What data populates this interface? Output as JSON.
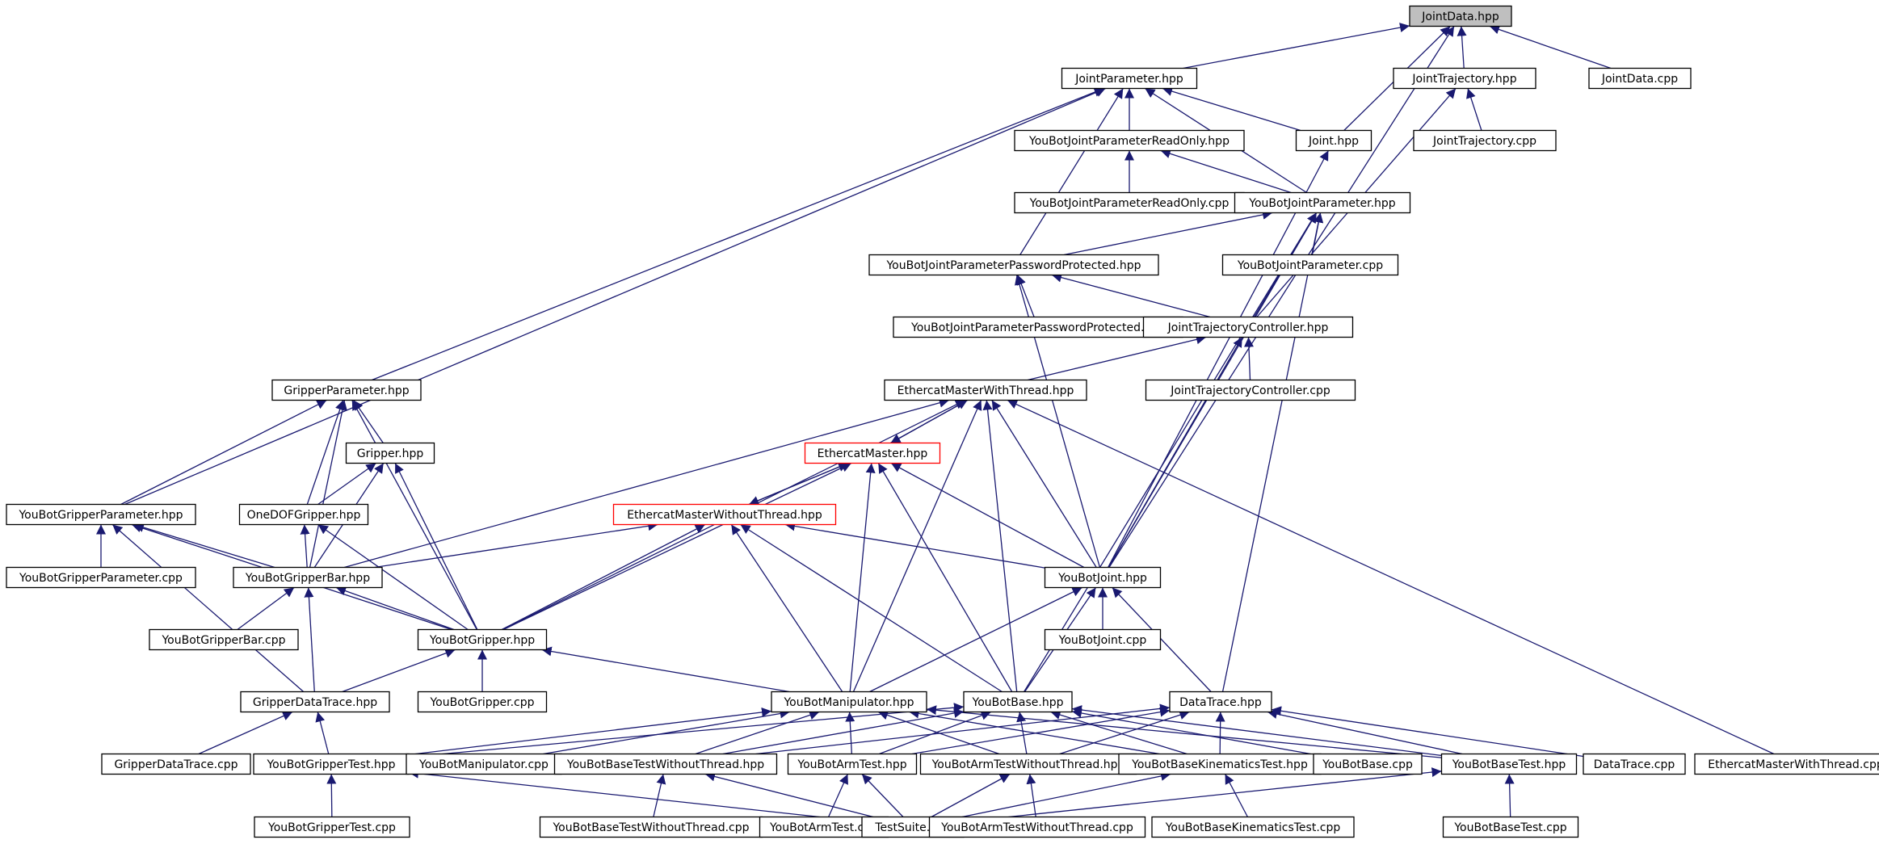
{
  "diagram": {
    "nodes": [
      {
        "id": "n1",
        "label": "JointData.hpp",
        "style": "root"
      },
      {
        "id": "n2",
        "label": "JointParameter.hpp"
      },
      {
        "id": "n3",
        "label": "JointTrajectory.hpp"
      },
      {
        "id": "n4",
        "label": "JointData.cpp"
      },
      {
        "id": "n5",
        "label": "YouBotJointParameterReadOnly.hpp"
      },
      {
        "id": "n6",
        "label": "Joint.hpp"
      },
      {
        "id": "n7",
        "label": "JointTrajectory.cpp"
      },
      {
        "id": "n8",
        "label": "YouBotJointParameterReadOnly.cpp"
      },
      {
        "id": "n9",
        "label": "YouBotJointParameter.hpp"
      },
      {
        "id": "n10",
        "label": "YouBotJointParameterPasswordProtected.hpp"
      },
      {
        "id": "n11",
        "label": "YouBotJointParameter.cpp"
      },
      {
        "id": "n12",
        "label": "YouBotJointParameterPasswordProtected.cpp"
      },
      {
        "id": "n13",
        "label": "JointTrajectoryController.hpp"
      },
      {
        "id": "n14",
        "label": "GripperParameter.hpp"
      },
      {
        "id": "n15",
        "label": "EthercatMasterWithThread.hpp"
      },
      {
        "id": "n16",
        "label": "JointTrajectoryController.cpp"
      },
      {
        "id": "n17",
        "label": "Gripper.hpp"
      },
      {
        "id": "n18",
        "label": "EthercatMaster.hpp",
        "style": "red"
      },
      {
        "id": "n19",
        "label": "YouBotGripperParameter.hpp"
      },
      {
        "id": "n20",
        "label": "OneDOFGripper.hpp"
      },
      {
        "id": "n21",
        "label": "EthercatMasterWithoutThread.hpp",
        "style": "red"
      },
      {
        "id": "n22",
        "label": "YouBotGripperParameter.cpp"
      },
      {
        "id": "n23",
        "label": "YouBotGripperBar.hpp"
      },
      {
        "id": "n24",
        "label": "YouBotJoint.hpp"
      },
      {
        "id": "n25",
        "label": "YouBotGripperBar.cpp"
      },
      {
        "id": "n26",
        "label": "YouBotGripper.hpp"
      },
      {
        "id": "n27",
        "label": "YouBotJoint.cpp"
      },
      {
        "id": "n28",
        "label": "GripperDataTrace.hpp"
      },
      {
        "id": "n29",
        "label": "YouBotGripper.cpp"
      },
      {
        "id": "n30",
        "label": "YouBotManipulator.hpp"
      },
      {
        "id": "n31",
        "label": "YouBotBase.hpp"
      },
      {
        "id": "n32",
        "label": "DataTrace.hpp"
      },
      {
        "id": "n33",
        "label": "GripperDataTrace.cpp"
      },
      {
        "id": "n34",
        "label": "YouBotGripperTest.hpp"
      },
      {
        "id": "n35",
        "label": "YouBotManipulator.cpp"
      },
      {
        "id": "n36",
        "label": "YouBotBaseTestWithoutThread.hpp"
      },
      {
        "id": "n37",
        "label": "YouBotArmTest.hpp"
      },
      {
        "id": "n38",
        "label": "YouBotArmTestWithoutThread.hpp"
      },
      {
        "id": "n39",
        "label": "YouBotBaseKinematicsTest.hpp"
      },
      {
        "id": "n40",
        "label": "YouBotBase.cpp"
      },
      {
        "id": "n41",
        "label": "YouBotBaseTest.hpp"
      },
      {
        "id": "n42",
        "label": "DataTrace.cpp"
      },
      {
        "id": "n43",
        "label": "EthercatMasterWithThread.cpp"
      },
      {
        "id": "n44",
        "label": "YouBotGripperTest.cpp"
      },
      {
        "id": "n45",
        "label": "YouBotBaseTestWithoutThread.cpp"
      },
      {
        "id": "n46",
        "label": "YouBotArmTest.cpp"
      },
      {
        "id": "n47",
        "label": "TestSuite.cpp"
      },
      {
        "id": "n48",
        "label": "YouBotArmTestWithoutThread.cpp"
      },
      {
        "id": "n49",
        "label": "YouBotBaseKinematicsTest.cpp"
      },
      {
        "id": "n50",
        "label": "YouBotBaseTest.cpp"
      }
    ],
    "edges": [
      [
        "n1",
        "n2"
      ],
      [
        "n1",
        "n3"
      ],
      [
        "n1",
        "n4"
      ],
      [
        "n1",
        "n6"
      ],
      [
        "n1",
        "n24"
      ],
      [
        "n2",
        "n5"
      ],
      [
        "n2",
        "n6"
      ],
      [
        "n2",
        "n9"
      ],
      [
        "n2",
        "n10"
      ],
      [
        "n2",
        "n14"
      ],
      [
        "n2",
        "n19"
      ],
      [
        "n3",
        "n7"
      ],
      [
        "n3",
        "n13"
      ],
      [
        "n5",
        "n8"
      ],
      [
        "n5",
        "n9"
      ],
      [
        "n6",
        "n24"
      ],
      [
        "n9",
        "n10"
      ],
      [
        "n9",
        "n11"
      ],
      [
        "n9",
        "n13"
      ],
      [
        "n9",
        "n24"
      ],
      [
        "n9",
        "n31"
      ],
      [
        "n9",
        "n32"
      ],
      [
        "n10",
        "n12"
      ],
      [
        "n10",
        "n13"
      ],
      [
        "n10",
        "n24"
      ],
      [
        "n13",
        "n15"
      ],
      [
        "n13",
        "n16"
      ],
      [
        "n13",
        "n24"
      ],
      [
        "n14",
        "n17"
      ],
      [
        "n14",
        "n19"
      ],
      [
        "n14",
        "n20"
      ],
      [
        "n14",
        "n23"
      ],
      [
        "n14",
        "n26"
      ],
      [
        "n15",
        "n18"
      ],
      [
        "n15",
        "n23"
      ],
      [
        "n15",
        "n26"
      ],
      [
        "n15",
        "n24"
      ],
      [
        "n15",
        "n30"
      ],
      [
        "n15",
        "n31"
      ],
      [
        "n15",
        "n43"
      ],
      [
        "n17",
        "n20"
      ],
      [
        "n17",
        "n23"
      ],
      [
        "n17",
        "n26"
      ],
      [
        "n18",
        "n15"
      ],
      [
        "n18",
        "n21"
      ],
      [
        "n18",
        "n24"
      ],
      [
        "n18",
        "n26"
      ],
      [
        "n18",
        "n30"
      ],
      [
        "n18",
        "n31"
      ],
      [
        "n19",
        "n22"
      ],
      [
        "n19",
        "n23"
      ],
      [
        "n19",
        "n26"
      ],
      [
        "n19",
        "n28"
      ],
      [
        "n20",
        "n23"
      ],
      [
        "n20",
        "n26"
      ],
      [
        "n21",
        "n18"
      ],
      [
        "n21",
        "n23"
      ],
      [
        "n21",
        "n24"
      ],
      [
        "n21",
        "n26"
      ],
      [
        "n21",
        "n30"
      ],
      [
        "n21",
        "n31"
      ],
      [
        "n23",
        "n25"
      ],
      [
        "n23",
        "n26"
      ],
      [
        "n23",
        "n28"
      ],
      [
        "n24",
        "n27"
      ],
      [
        "n24",
        "n30"
      ],
      [
        "n24",
        "n31"
      ],
      [
        "n24",
        "n32"
      ],
      [
        "n26",
        "n28"
      ],
      [
        "n26",
        "n29"
      ],
      [
        "n26",
        "n30"
      ],
      [
        "n28",
        "n33"
      ],
      [
        "n28",
        "n34"
      ],
      [
        "n30",
        "n34"
      ],
      [
        "n30",
        "n35"
      ],
      [
        "n30",
        "n36"
      ],
      [
        "n30",
        "n37"
      ],
      [
        "n30",
        "n38"
      ],
      [
        "n30",
        "n39"
      ],
      [
        "n30",
        "n41"
      ],
      [
        "n31",
        "n34"
      ],
      [
        "n31",
        "n36"
      ],
      [
        "n31",
        "n37"
      ],
      [
        "n31",
        "n38"
      ],
      [
        "n31",
        "n39"
      ],
      [
        "n31",
        "n40"
      ],
      [
        "n31",
        "n41"
      ],
      [
        "n32",
        "n36"
      ],
      [
        "n32",
        "n37"
      ],
      [
        "n32",
        "n38"
      ],
      [
        "n32",
        "n39"
      ],
      [
        "n32",
        "n41"
      ],
      [
        "n32",
        "n42"
      ],
      [
        "n34",
        "n44"
      ],
      [
        "n34",
        "n47"
      ],
      [
        "n36",
        "n45"
      ],
      [
        "n36",
        "n47"
      ],
      [
        "n37",
        "n46"
      ],
      [
        "n37",
        "n47"
      ],
      [
        "n38",
        "n47"
      ],
      [
        "n38",
        "n48"
      ],
      [
        "n39",
        "n47"
      ],
      [
        "n39",
        "n49"
      ],
      [
        "n41",
        "n47"
      ],
      [
        "n41",
        "n50"
      ]
    ]
  }
}
